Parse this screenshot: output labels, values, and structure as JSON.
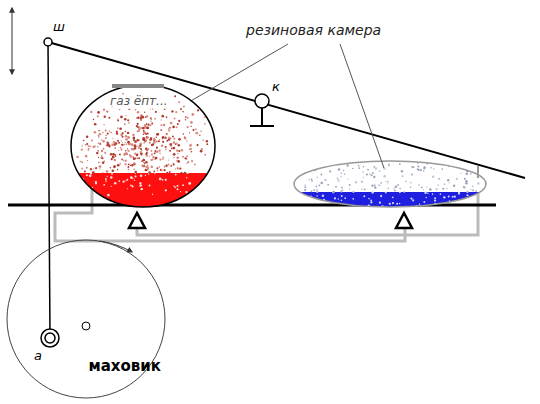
{
  "diagram": {
    "nodes": [
      {
        "text": [
          "газ ёпт..."
        ]
      },
      {
        "text": [
          "маховик"
        ]
      }
    ],
    "labels": [
      "ш",
      "резиновая камера",
      "к",
      "а"
    ]
  }
}
